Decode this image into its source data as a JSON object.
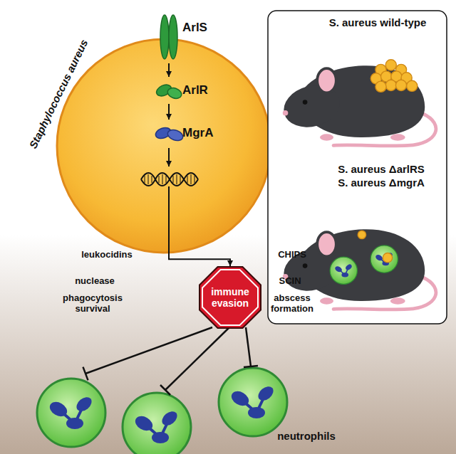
{
  "diagram": {
    "nodes": [
      {
        "text": [
          "Staphylococcus aureus"
        ]
      },
      {
        "text": [
          "ArlS"
        ],
        "in": 0
      },
      {
        "text": [
          "ArlR"
        ],
        "in": 0
      },
      {
        "text": [
          "MgrA"
        ],
        "in": 0
      },
      {
        "text": [
          "immune evasion"
        ]
      },
      {
        "text": [
          "S. aureus wild-type",
          "S. aureus ΔarlRS",
          "S. aureus ΔmgrA"
        ]
      }
    ],
    "edges": [
      {
        "from": 1,
        "to": 2,
        "arrow": "to"
      },
      {
        "from": 2,
        "to": 3,
        "arrow": "to"
      },
      {
        "from": 0,
        "to": 4,
        "arrow": "to"
      }
    ],
    "labels": [
      "leukocidins",
      "nuclease",
      "phagocytosis survival",
      "CHIPS",
      "SCIN",
      "abscess formation",
      "neutrophils"
    ]
  }
}
